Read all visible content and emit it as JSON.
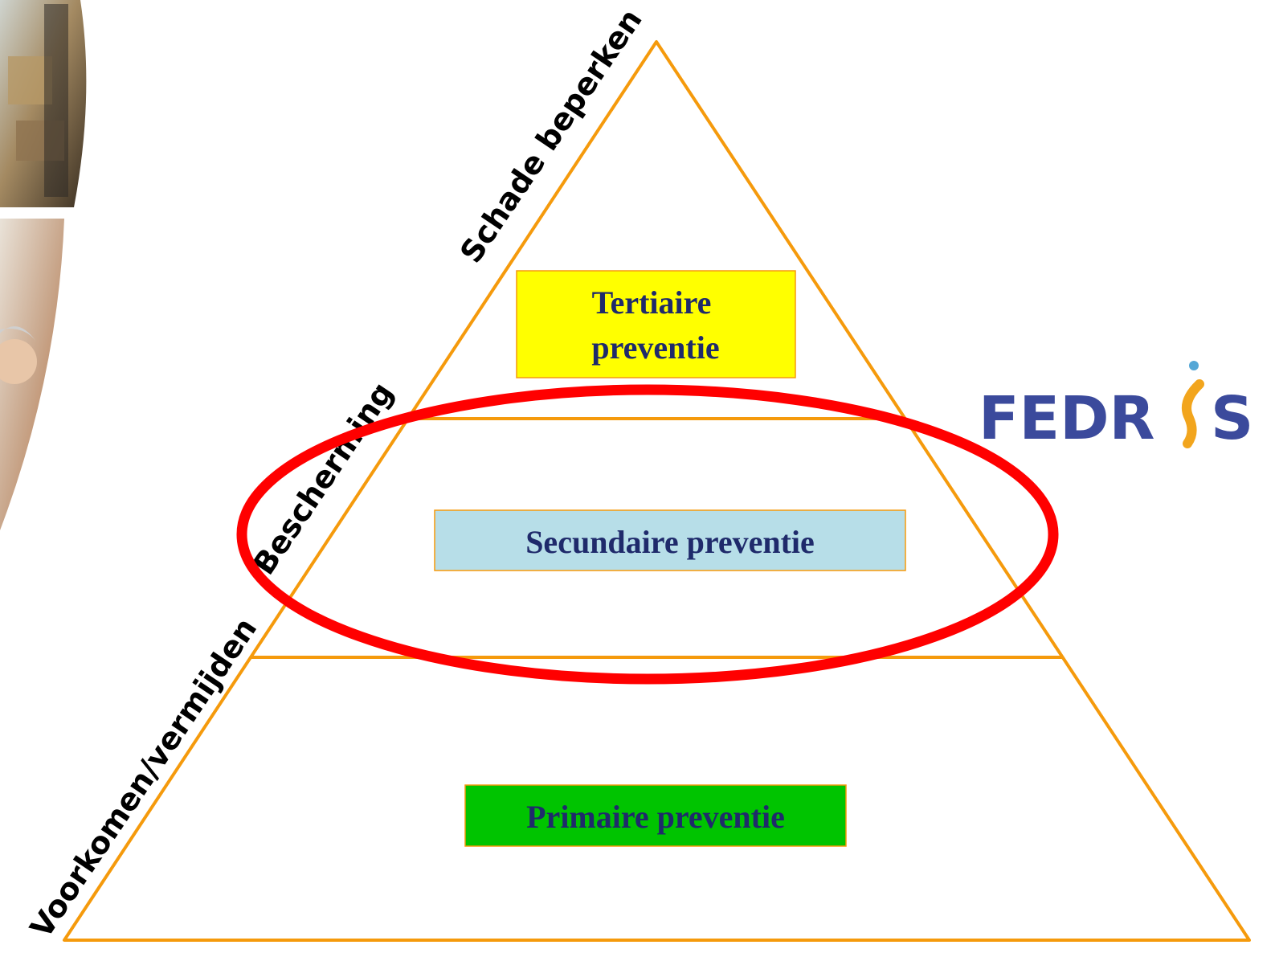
{
  "pyramid": {
    "levels": [
      {
        "label_lines": [
          "Tertiaire",
          "preventie"
        ],
        "fill": "#FFFF00"
      },
      {
        "label_lines": [
          "Secundaire preventie"
        ],
        "fill": "#B7DEE8"
      },
      {
        "label_lines": [
          "Primaire preventie"
        ],
        "fill": "#00C400"
      }
    ],
    "side_labels": [
      "Schade beperken",
      "Bescherming",
      "Voorkomen/vermijden"
    ],
    "outline_color": "#F59A0C",
    "highlight_color": "#FF0000",
    "highlighted_level": "Secundaire preventie"
  },
  "logo": {
    "text_before": "FEDR",
    "text_after": "S",
    "text_color": "#3B4A9C",
    "i_accent_color": "#F2A51D",
    "dot_color": "#55A7D6"
  },
  "photos": {
    "top_photo": "warehouse-photo",
    "bottom_photo": "smiling-woman-photo"
  }
}
